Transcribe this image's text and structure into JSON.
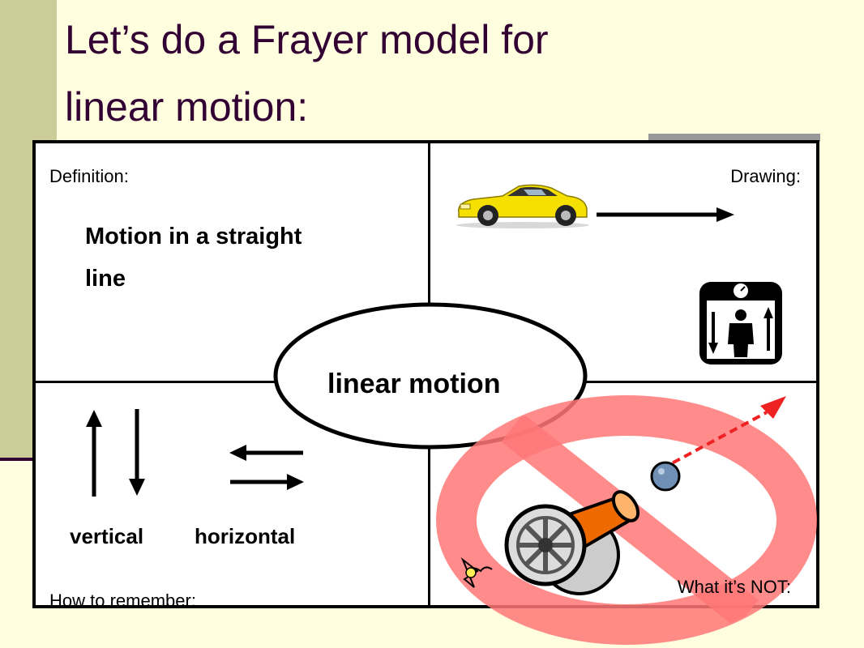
{
  "slide": {
    "title_line1": "Let’s do a Frayer model for",
    "title_line2": "linear motion:",
    "colors": {
      "background": "#ffffe0",
      "title": "#330033",
      "left_bar": "#cccc99",
      "accent_line": "#330033",
      "top_right_block": "#999999",
      "not_symbol": "#ff6666"
    }
  },
  "frayer": {
    "center_term": "linear motion",
    "definition": {
      "label": "Definition:",
      "text_line1": "Motion in a straight",
      "text_line2": "line"
    },
    "drawing": {
      "label": "Drawing:",
      "icons": [
        "yellow-car-icon",
        "right-arrow-icon",
        "elevator-person-icon"
      ]
    },
    "remember": {
      "label": "How to remember:",
      "vertical_label": "vertical",
      "horizontal_label": "horizontal",
      "icons": [
        "up-arrow-icon",
        "down-arrow-icon",
        "left-arrow-icon",
        "right-arrow-icon"
      ]
    },
    "not": {
      "label": "What it’s NOT:",
      "icons": [
        "cannon-icon",
        "cannonball-icon",
        "projectile-path-icon",
        "prohibited-icon"
      ]
    }
  }
}
